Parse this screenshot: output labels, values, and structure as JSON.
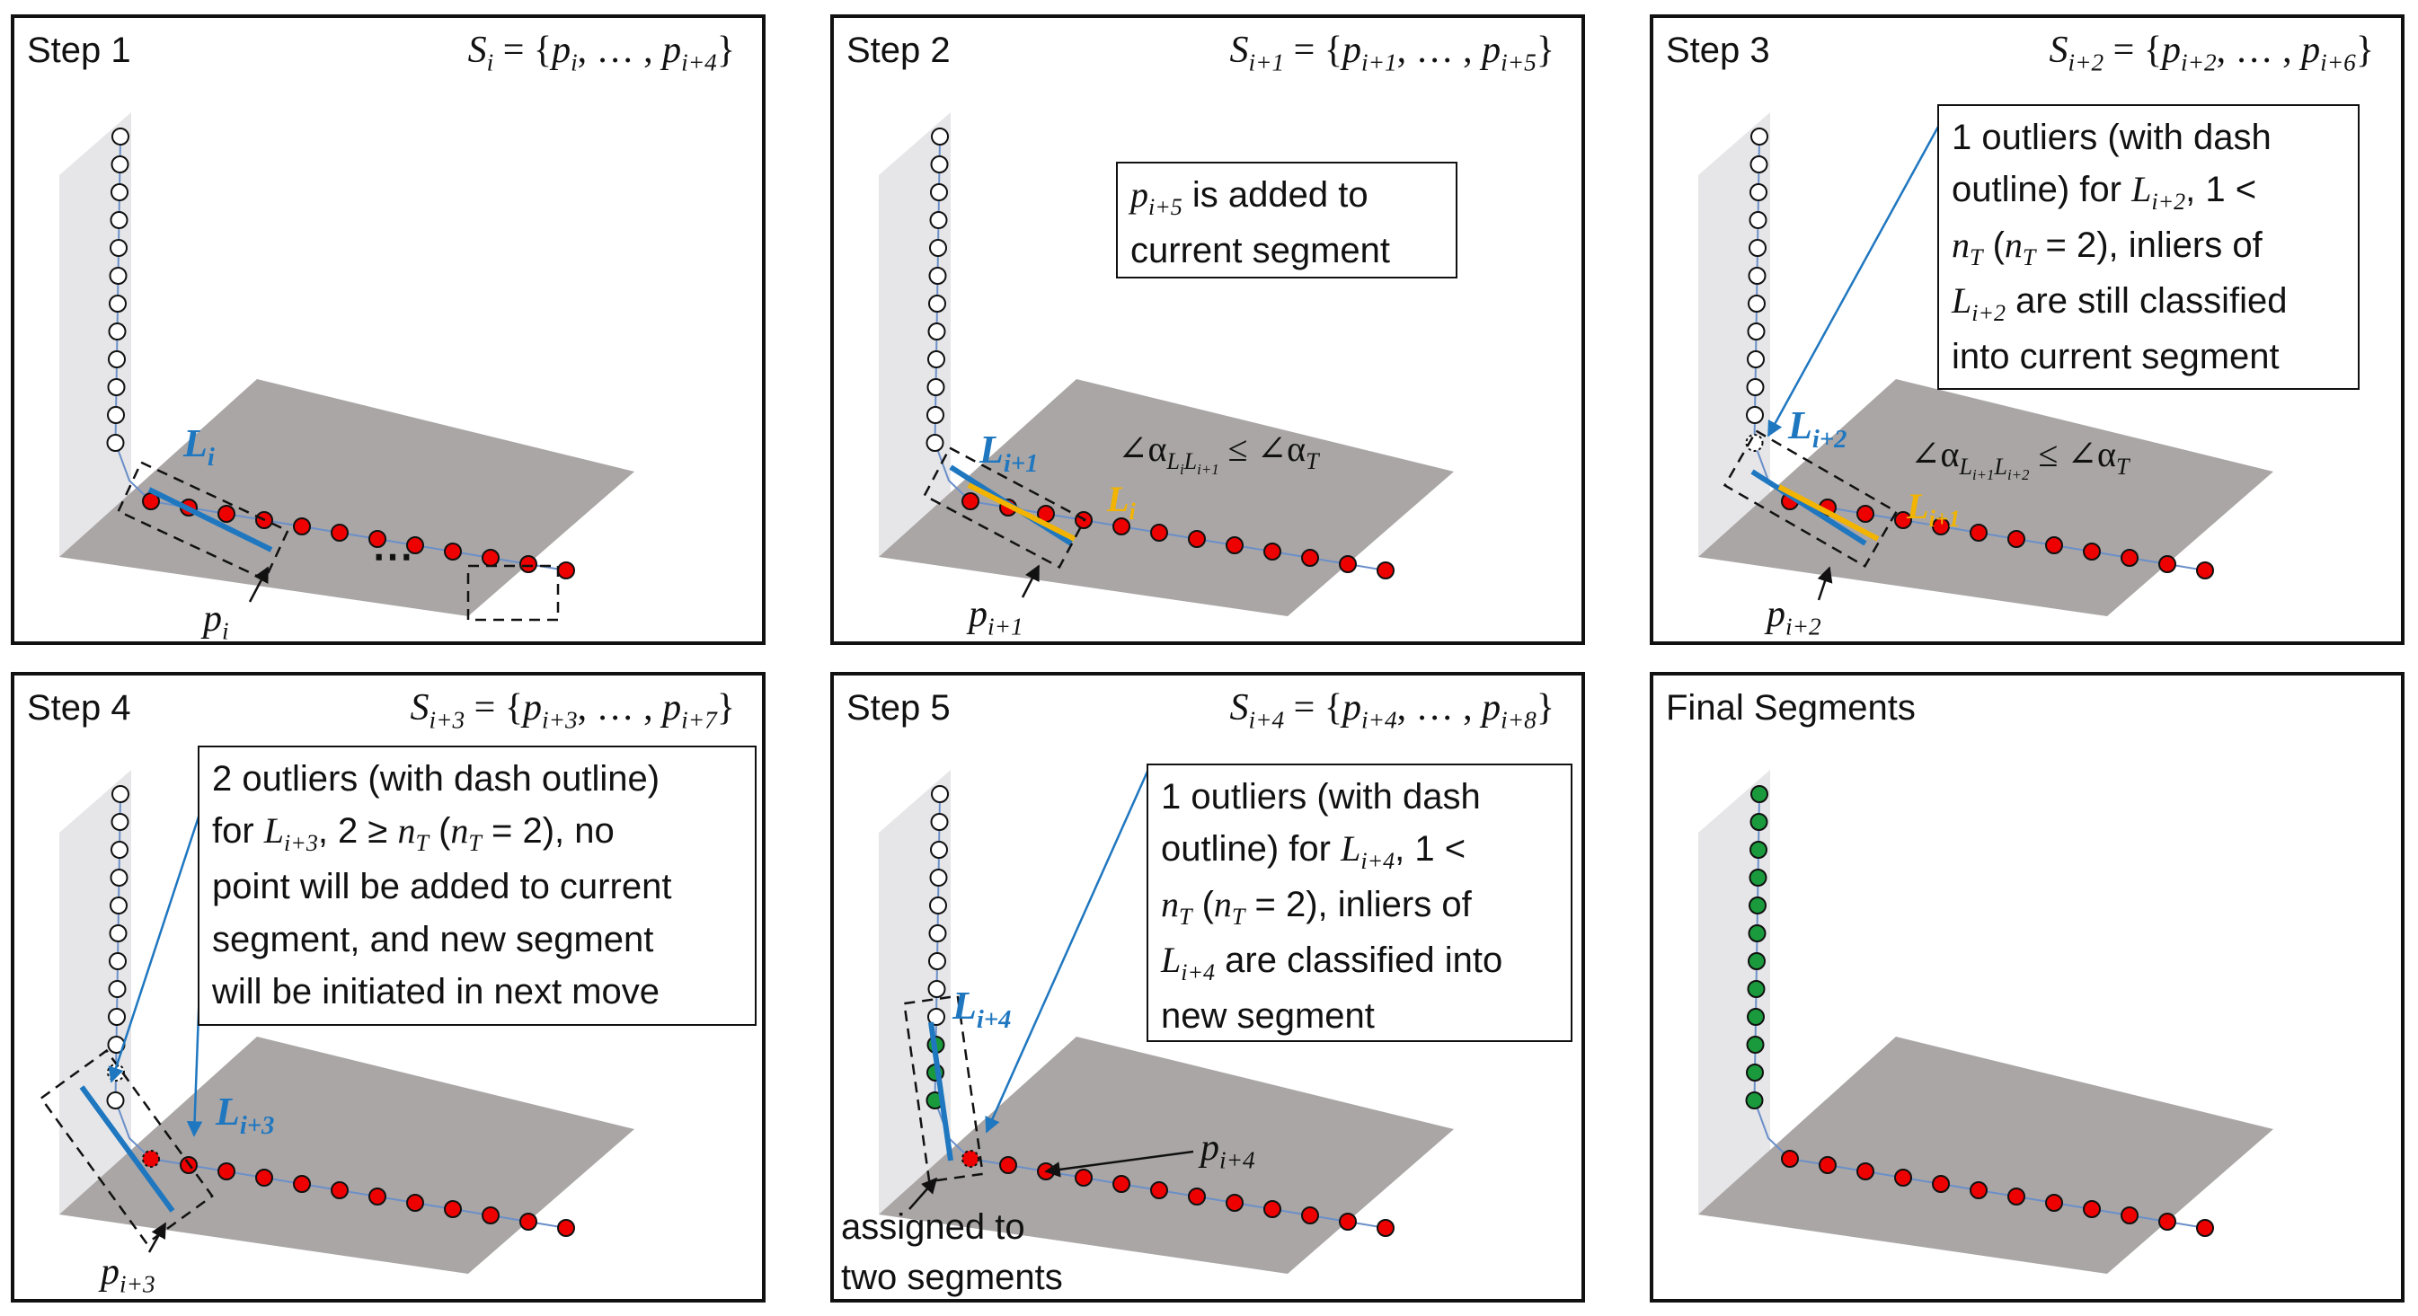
{
  "colors": {
    "accent_blue": "#1f77c0",
    "line_orange": "#f2b400",
    "point_red": "#ee0000",
    "point_green": "#1a9a3c",
    "floor_gray": "#aaa6a6",
    "wall_gray": "#e6e6e8"
  },
  "panels": [
    {
      "title": "Step 1",
      "set": {
        "lhs": "S",
        "lhs_sub": "i",
        "first": "p",
        "first_sub": "i",
        "last": "p",
        "last_sub": "i+4"
      },
      "line_label": {
        "main": "L",
        "sub": "i"
      },
      "point_label": {
        "main": "p",
        "sub": "i"
      },
      "ellipsis": "⋯"
    },
    {
      "title": "Step 2",
      "set": {
        "lhs": "S",
        "lhs_sub": "i+1",
        "first": "p",
        "first_sub": "i+1",
        "last": "p",
        "last_sub": "i+5"
      },
      "note": {
        "p": "p",
        "p_sub": "i+5",
        "line1_rest": " is added to",
        "line2": "current segment"
      },
      "line_label": {
        "main": "L",
        "sub": "i+1"
      },
      "prev_line_label": {
        "main": "L",
        "sub": "i"
      },
      "angle": {
        "alpha": "∠α",
        "sub_a": "L",
        "sub_a_sub": "i",
        "sub_b": "L",
        "sub_b_sub": "i+1",
        "rel": " ≤ ∠α",
        "rhs_sub": "T"
      },
      "point_label": {
        "main": "p",
        "sub": "i+1"
      }
    },
    {
      "title": "Step 3",
      "set": {
        "lhs": "S",
        "lhs_sub": "i+2",
        "first": "p",
        "first_sub": "i+2",
        "last": "p",
        "last_sub": "i+6"
      },
      "note": {
        "l1": "1 outliers (with dash",
        "l2a": "outline) for ",
        "l2L": "L",
        "l2Ls": "i+2",
        "l2b": ", 1 <",
        "l3n": "n",
        "l3ns": "T",
        "l3b": " (",
        "l3n2": "n",
        "l3n2s": "T",
        "l3c": " = 2), inliers of",
        "l4L": "L",
        "l4Ls": "i+2",
        "l4b": " are still classified",
        "l5": "into current segment"
      },
      "line_label": {
        "main": "L",
        "sub": "i+2"
      },
      "prev_line_label": {
        "main": "L",
        "sub": "i+1"
      },
      "angle": {
        "alpha": "∠α",
        "sub_a": "L",
        "sub_a_sub": "i+1",
        "sub_b": "L",
        "sub_b_sub": "i+2",
        "rel": " ≤ ∠α",
        "rhs_sub": "T"
      },
      "point_label": {
        "main": "p",
        "sub": "i+2"
      }
    },
    {
      "title": "Step 4",
      "set": {
        "lhs": "S",
        "lhs_sub": "i+3",
        "first": "p",
        "first_sub": "i+3",
        "last": "p",
        "last_sub": "i+7"
      },
      "note": {
        "l1": "2 outliers (with dash outline)",
        "l2a": "for ",
        "l2L": "L",
        "l2Ls": "i+3",
        "l2b": ", 2 ≥ ",
        "l2n": "n",
        "l2ns": "T",
        "l2c": " (",
        "l2n2": "n",
        "l2n2s": "T",
        "l2d": " = 2), no",
        "l3": "point will be added to current",
        "l4": "segment, and new segment",
        "l5": "will be initiated in next move"
      },
      "line_label": {
        "main": "L",
        "sub": "i+3"
      },
      "point_label": {
        "main": "p",
        "sub": "i+3"
      }
    },
    {
      "title": "Step 5",
      "set": {
        "lhs": "S",
        "lhs_sub": "i+4",
        "first": "p",
        "first_sub": "i+4",
        "last": "p",
        "last_sub": "i+8"
      },
      "note": {
        "l1": "1 outliers (with dash",
        "l2a": "outline) for ",
        "l2L": "L",
        "l2Ls": "i+4",
        "l2b": ", 1 <",
        "l3n": "n",
        "l3ns": "T",
        "l3b": " (",
        "l3n2": "n",
        "l3n2s": "T",
        "l3c": " = 2), inliers of",
        "l4L": "L",
        "l4Ls": "i+4",
        "l4b": " are classified into",
        "l5": "new segment"
      },
      "line_label": {
        "main": "L",
        "sub": "i+4"
      },
      "point_label": {
        "main": "p",
        "sub": "i+4"
      },
      "assigned_label": {
        "l1": "assigned to",
        "l2": "two segments"
      }
    },
    {
      "title": "Final Segments"
    }
  ]
}
